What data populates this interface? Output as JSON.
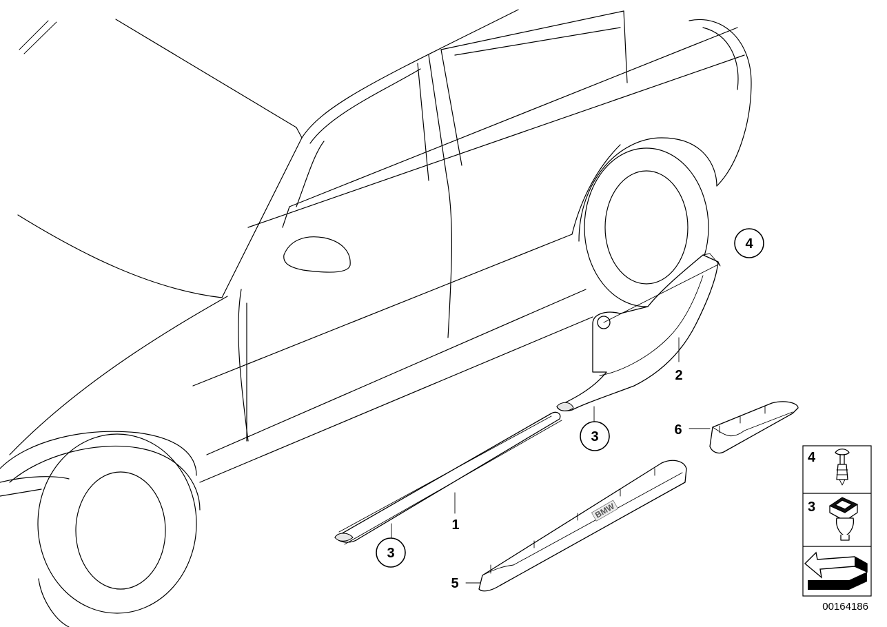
{
  "callouts": [
    {
      "id": "c4-top",
      "label": "4"
    },
    {
      "id": "c3-mid",
      "label": "3"
    },
    {
      "id": "c3-low",
      "label": "3"
    }
  ],
  "part_labels": {
    "p1": "1",
    "p2": "2",
    "p5": "5",
    "p6": "6"
  },
  "legend": {
    "items": [
      {
        "label": "4",
        "icon": "push-rivet-icon"
      },
      {
        "label": "3",
        "icon": "expanding-clip-icon"
      },
      {
        "label": "",
        "icon": "direction-arrow-icon"
      }
    ]
  },
  "sill_logo": "BMW",
  "doc_number": "00164186"
}
